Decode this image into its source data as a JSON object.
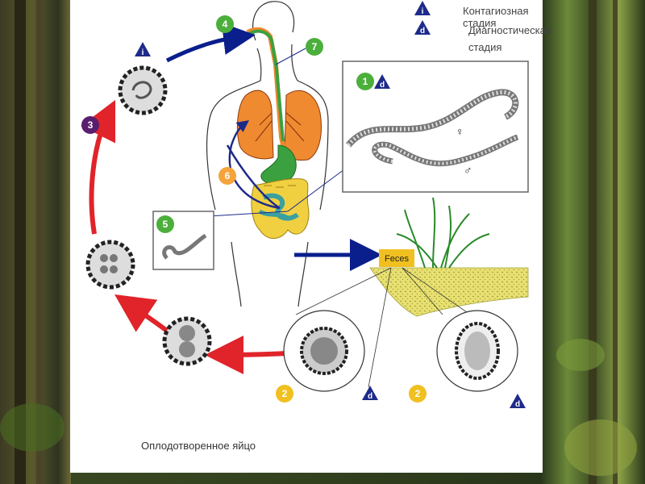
{
  "legend": {
    "infective_badge": "i",
    "diagnostic_badge": "d",
    "infective_label": "Контагиозная стадия",
    "diagnostic_label_line1": "Диагностическая",
    "diagnostic_label_line2": "стадия"
  },
  "diagram": {
    "steps": {
      "s1": "1",
      "s2a": "2",
      "s2b": "2",
      "s3": "3",
      "s4": "4",
      "s5": "5",
      "s6": "6",
      "s7": "7"
    },
    "badges": {
      "infective_egg": "i",
      "step1_diagnostic": "d",
      "step2a_diagnostic": "d",
      "step2b_diagnostic": "d"
    },
    "female_symbol": "♀",
    "male_symbol": "♂",
    "feces_label": "Feces"
  },
  "caption": "Оплодотворенное яйцо",
  "colors": {
    "green_badge": "#4caf3c",
    "orange_badge": "#f5a33a",
    "yellow_badge": "#f0c020",
    "purple_badge": "#5a1e6e",
    "blue_badge": "#1e2a8a",
    "red_arrow": "#e0242a",
    "blue_arrow": "#0a1e8c"
  }
}
